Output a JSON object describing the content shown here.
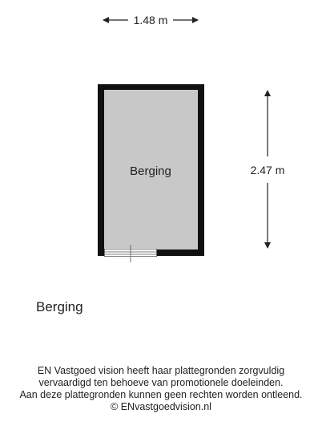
{
  "floorplan": {
    "width_label": "1.48 m",
    "height_label": "2.47 m",
    "room_label": "Berging",
    "colors": {
      "wall": "#111111",
      "room_fill": "#c8c8c8",
      "dimension_line": "#222222"
    }
  },
  "caption": "Berging",
  "disclaimer": {
    "lines": [
      "EN Vastgoed vision heeft haar plattegronden zorgvuldig",
      "vervaardigd ten behoeve van promotionele doeleinden.",
      "Aan deze plattegronden kunnen geen rechten worden ontleend.",
      "© ENvastgoedvision.nl"
    ]
  }
}
